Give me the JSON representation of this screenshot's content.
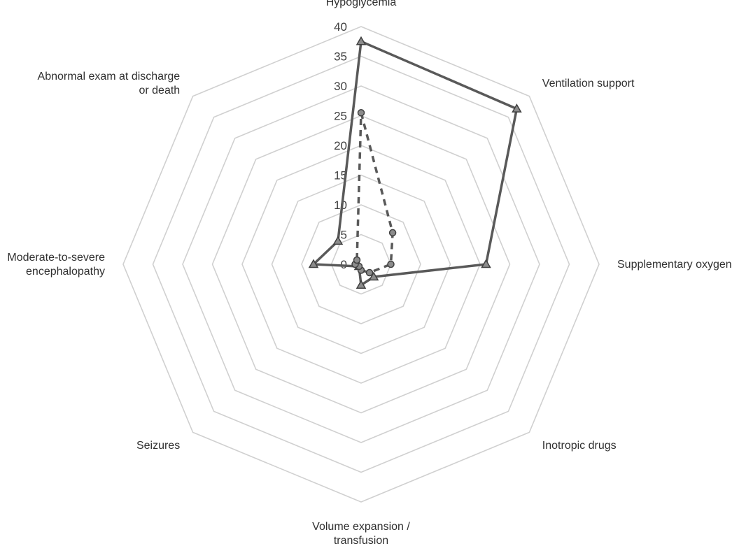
{
  "chart_data": {
    "type": "radar",
    "categories": [
      [
        "Hypoglycemia"
      ],
      [
        "Ventilation support"
      ],
      [
        "Supplementary oxygen"
      ],
      [
        "Inotropic drugs"
      ],
      [
        "Volume expansion /",
        "transfusion"
      ],
      [
        "Seizures"
      ],
      [
        "Moderate-to-severe",
        "encephalopathy"
      ],
      [
        "Abnormal exam at discharge",
        "or death"
      ]
    ],
    "rlim": [
      0,
      40
    ],
    "ticks": [
      "0",
      "5",
      "10",
      "15",
      "20",
      "25",
      "30",
      "35",
      "40"
    ],
    "tick_values": [
      0,
      5,
      10,
      15,
      20,
      25,
      30,
      35,
      40
    ],
    "grid": true,
    "legend": "none",
    "series": [
      {
        "style": "solid",
        "marker": "triangle",
        "values": [
          37.5,
          37,
          21,
          3,
          3.5,
          0.5,
          8,
          5.5
        ],
        "color": "#595959"
      },
      {
        "style": "dashed",
        "marker": "circle",
        "values": [
          25.5,
          7.5,
          5,
          2,
          1,
          0.5,
          1,
          1
        ],
        "color": "#595959"
      }
    ]
  }
}
